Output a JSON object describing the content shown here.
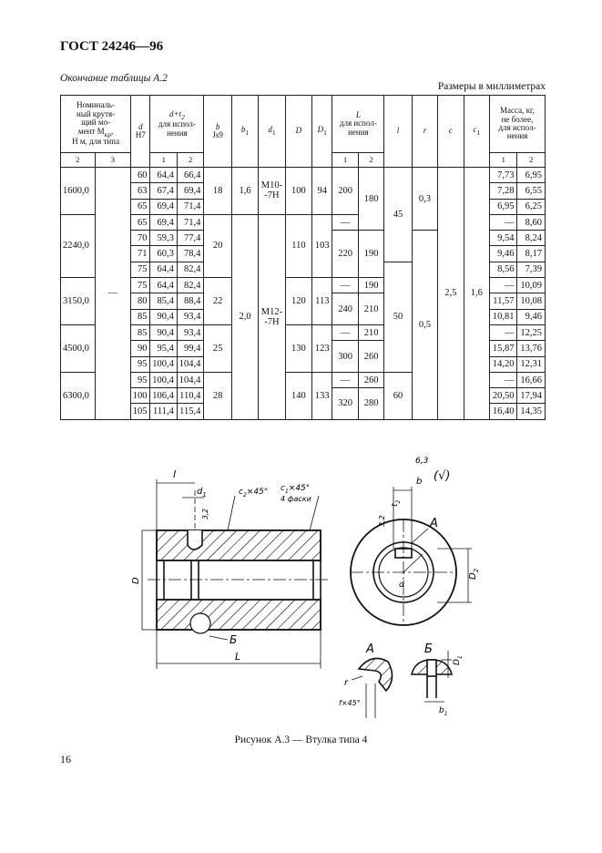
{
  "header": {
    "standard": "ГОСТ 24246—96"
  },
  "table_caption": "Окончание таблицы А.2",
  "units": "Размеры в миллиметрах",
  "table": {
    "h_torque": [
      "Номиналь-",
      "ный крутя-",
      "щий мо-",
      "мент M",
      "кр",
      ",",
      "Н м, для типа"
    ],
    "h_d": [
      "d",
      "H7"
    ],
    "h_dt2": [
      "d+t",
      "2",
      "для испол-",
      "нения"
    ],
    "h_b": [
      "b",
      "Js9"
    ],
    "h_b1": [
      "b",
      "1"
    ],
    "h_d1": [
      "d",
      "1"
    ],
    "h_D": "D",
    "h_D1": [
      "D",
      "1"
    ],
    "h_L": [
      "L",
      "для испол-",
      "нения"
    ],
    "h_l": "l",
    "h_r": "r",
    "h_c": "c",
    "h_c1": [
      "c",
      "1"
    ],
    "h_mass": [
      "Масса, кг,",
      "не более,",
      "для испол-",
      "нения"
    ],
    "sub": {
      "type2": "2",
      "type3": "3",
      "e1": "1",
      "e2": "2"
    },
    "torque": [
      "1600,0",
      "2240,0",
      "3150,0",
      "4500,0",
      "6300,0"
    ],
    "torque_type3": "—",
    "d": [
      "60",
      "63",
      "65",
      "65",
      "70",
      "71",
      "75",
      "75",
      "80",
      "85",
      "85",
      "90",
      "95",
      "95",
      "100",
      "105"
    ],
    "dt2_1": [
      "64,4",
      "67,4",
      "69,4",
      "69,4",
      "59,3",
      "60,3",
      "64,4",
      "64,4",
      "85,4",
      "90,4",
      "90,4",
      "95,4",
      "100,4",
      "100,4",
      "106,4",
      "111,4"
    ],
    "dt2_2": [
      "66,4",
      "69,4",
      "71,4",
      "71,4",
      "77,4",
      "78,4",
      "82,4",
      "82,4",
      "88,4",
      "93,4",
      "93,4",
      "99,4",
      "104,4",
      "104,4",
      "110,4",
      "115,4"
    ],
    "b": [
      "18",
      "20",
      "22",
      "25",
      "28"
    ],
    "b1": [
      "1,6",
      "2,0"
    ],
    "d1": [
      [
        "M10-",
        "-7H"
      ],
      [
        "M12-",
        "-7H"
      ]
    ],
    "D": [
      "100",
      "110",
      "120",
      "130",
      "140"
    ],
    "D1": [
      "94",
      "103",
      "113",
      "123",
      "133"
    ],
    "L1": [
      "200",
      "—",
      "220",
      "—",
      "240",
      "—",
      "300",
      "—",
      "320"
    ],
    "L2": [
      "180",
      "190",
      "190",
      "210",
      "210",
      "260",
      "260",
      "280"
    ],
    "l": [
      "45",
      "50",
      "60"
    ],
    "r": [
      "0,3",
      "0,5"
    ],
    "c": "2,5",
    "c1": "1,6",
    "mass1": [
      "7,73",
      "7,28",
      "6,95",
      "—",
      "9,54",
      "9,46",
      "8,56",
      "—",
      "11,57",
      "10,81",
      "—",
      "15,87",
      "14,20",
      "—",
      "20,50",
      "16,40"
    ],
    "mass2": [
      "6,95",
      "6,55",
      "6,25",
      "8,60",
      "8,24",
      "8,17",
      "7,39",
      "10,09",
      "10,08",
      "9,46",
      "12,25",
      "13,76",
      "12,31",
      "16,66",
      "17,94",
      "14,35"
    ]
  },
  "drawing": {
    "l": "l",
    "d1": "d",
    "d1_sub": "1",
    "c2": "c",
    "c2_sub": "2",
    "c2_angle": "×45°",
    "c1_chamfer": "c",
    "c1_sub": "1",
    "c1_angle": "×45°",
    "four_chamfers": "4 фаски",
    "ra": "3,2",
    "D": "D",
    "B_mark": "Б",
    "L": "L",
    "surf": "6,3",
    "surf_paren": "(√)",
    "b": "b",
    "t2": "t",
    "t2_sub": "2",
    "A_mark": "А",
    "d_lbl": "d",
    "D2": "D",
    "D2_sub": "2",
    "view_A": "А",
    "view_B": "Б",
    "r": "r",
    "f45": "f×45°",
    "D1_lbl": "D",
    "D1_sub": "1",
    "b1": "b",
    "b1_sub": "1"
  },
  "figure_caption": "Рисунок А.3 — Втулка типа 4",
  "page_number": "16"
}
